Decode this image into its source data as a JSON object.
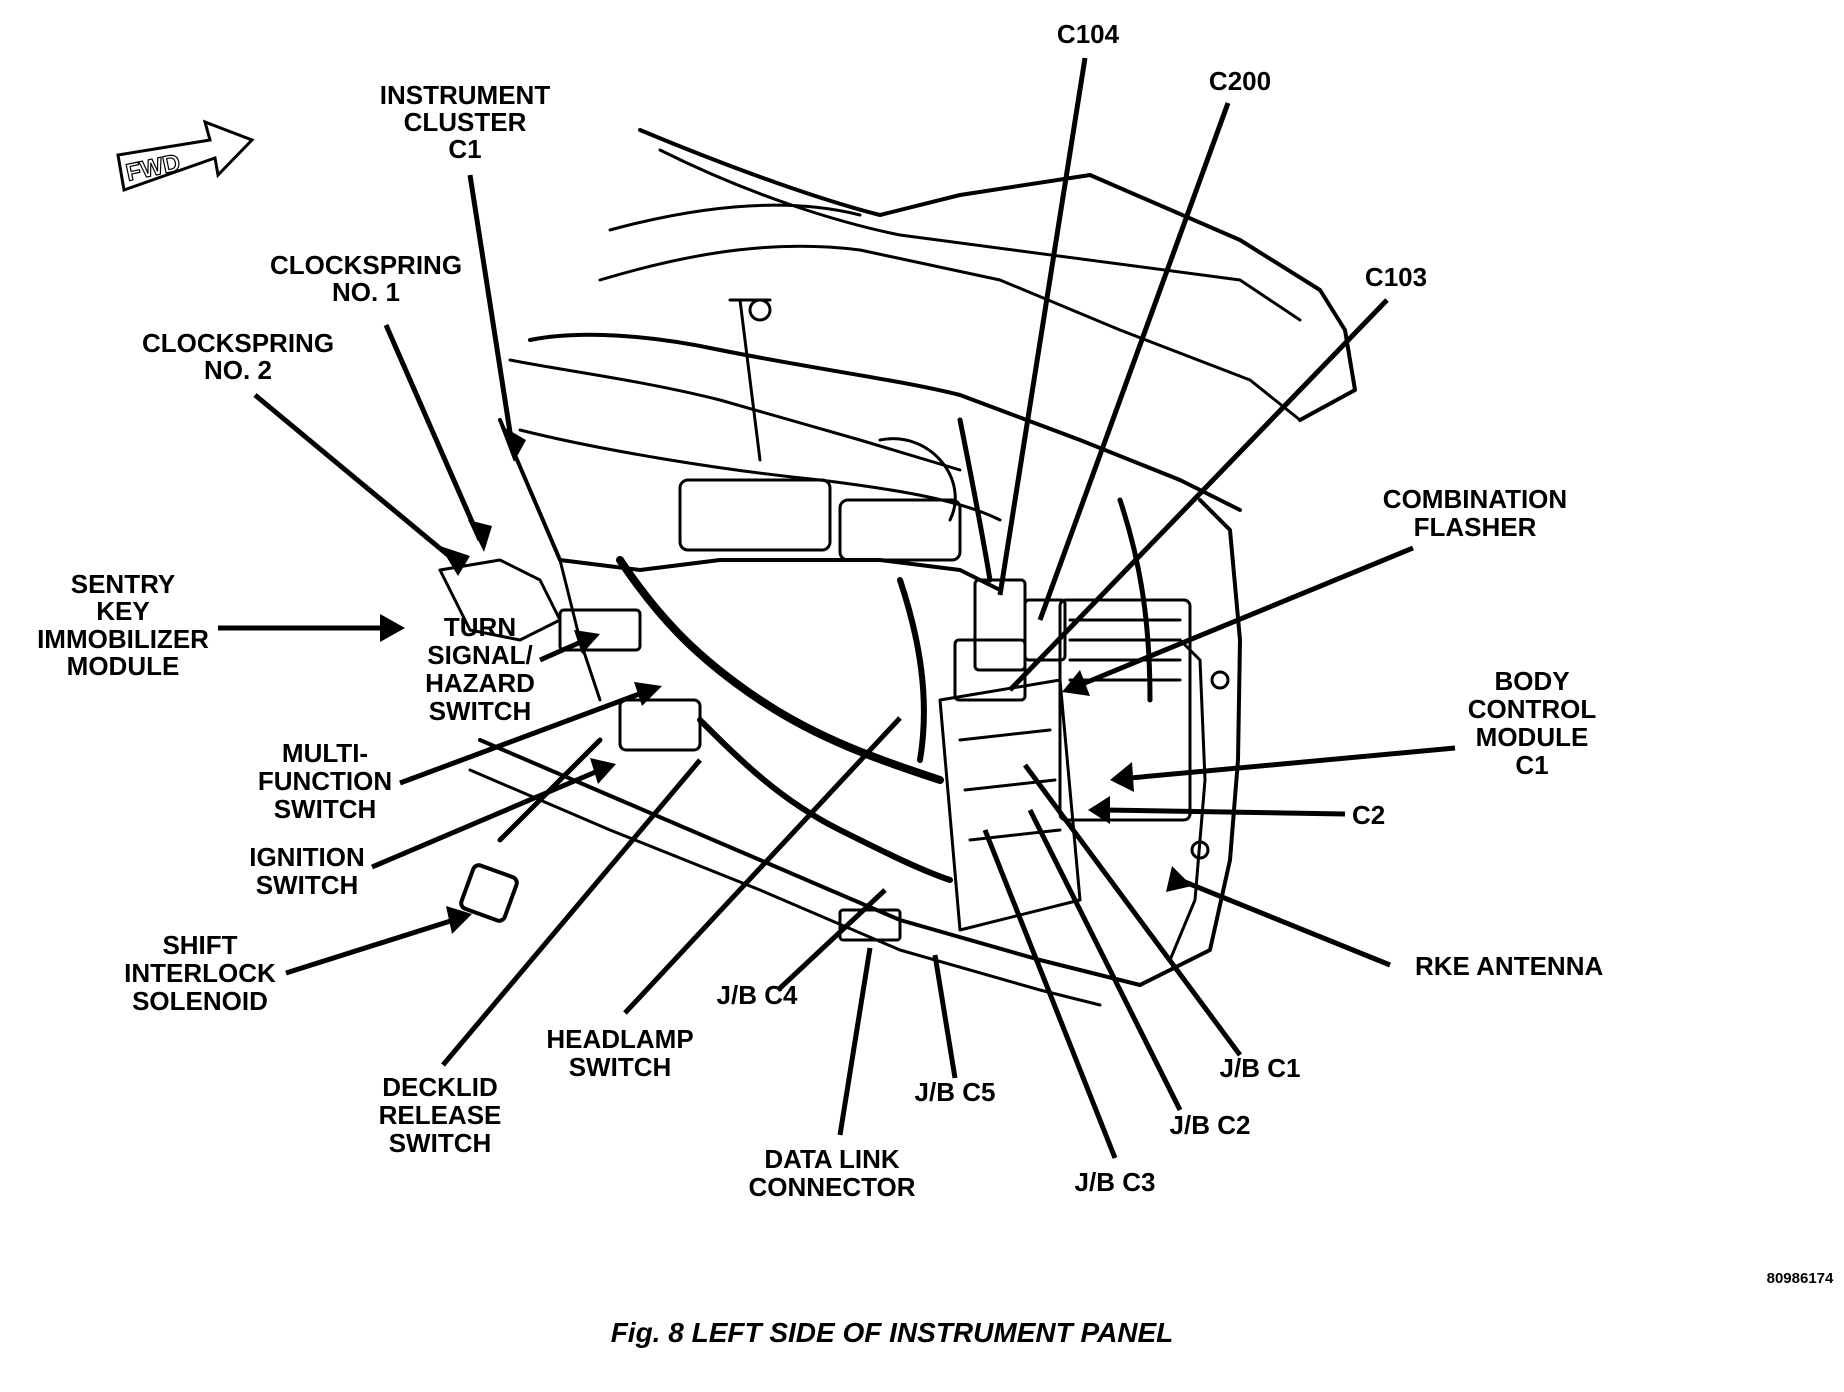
{
  "figure": {
    "caption": "Fig. 8 LEFT SIDE OF INSTRUMENT PANEL",
    "code": "80986174",
    "forward_indicator": "FWD"
  },
  "labels": {
    "instrument_cluster_c1": [
      "INSTRUMENT",
      "CLUSTER",
      "C1"
    ],
    "clockspring_no1": [
      "CLOCKSPRING",
      "NO. 1"
    ],
    "clockspring_no2": [
      "CLOCKSPRING",
      "NO. 2"
    ],
    "sentry_key": [
      "SENTRY",
      "KEY",
      "IMMOBILIZER",
      "MODULE"
    ],
    "turn_signal": [
      "TURN",
      "SIGNAL/",
      "HAZARD",
      "SWITCH"
    ],
    "multi_function": [
      "MULTI-",
      "FUNCTION",
      "SWITCH"
    ],
    "ignition_switch": [
      "IGNITION",
      "SWITCH"
    ],
    "shift_interlock": [
      "SHIFT",
      "INTERLOCK",
      "SOLENOID"
    ],
    "decklid_release": [
      "DECKLID",
      "RELEASE",
      "SWITCH"
    ],
    "headlamp_switch": [
      "HEADLAMP",
      "SWITCH"
    ],
    "jb_c4": "J/B C4",
    "jb_c5": "J/B C5",
    "data_link": [
      "DATA LINK",
      "CONNECTOR"
    ],
    "jb_c3": "J/B C3",
    "jb_c2": "J/B C2",
    "jb_c1": "J/B C1",
    "rke_antenna": "RKE ANTENNA",
    "c2": "C2",
    "body_control": [
      "BODY",
      "CONTROL",
      "MODULE",
      "C1"
    ],
    "combination_flasher": [
      "COMBINATION",
      "FLASHER"
    ],
    "c103": "C103",
    "c200": "C200",
    "c104": "C104"
  },
  "colors": {
    "ink": "#000000",
    "paper": "#ffffff"
  }
}
